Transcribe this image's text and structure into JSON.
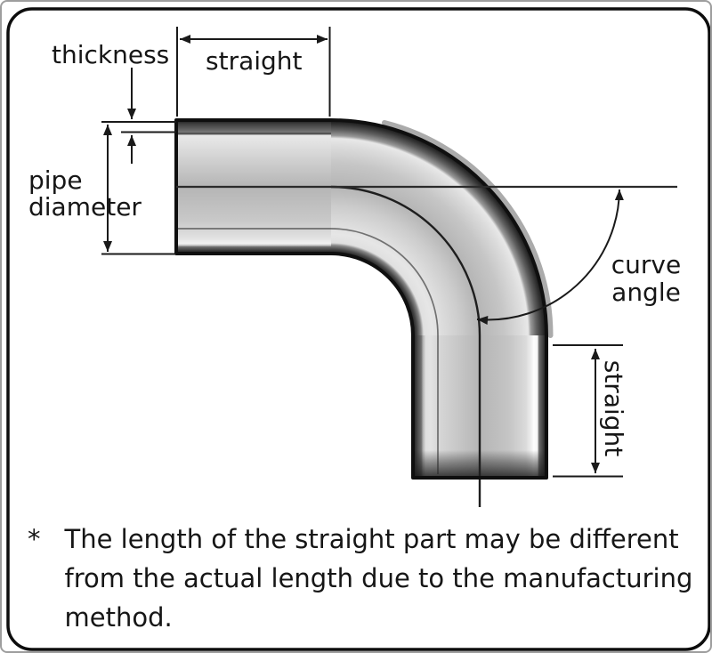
{
  "diagram": {
    "labels": {
      "thickness": "thickness",
      "straight_top": "straight",
      "pipe_diameter": "pipe\ndiameter",
      "curve_angle": "curve\nangle",
      "straight_bottom": "straight"
    },
    "footnote": {
      "marker": "*",
      "lines": [
        "The length of the straight part may be different",
        "from the actual length due to the manufacturing",
        "method."
      ]
    },
    "colors": {
      "background": "#ffffff",
      "border": "#0d0d0d",
      "dimension_lines": "#1a1a1a",
      "text": "#161616",
      "pipe_outline": "#0f0f0f",
      "pipe_highlight": "#f5f5f5",
      "pipe_mid_gray": "#b5b5b5",
      "pipe_shadow": "#4a4a4a",
      "outer_rim_gray": "#ababab"
    }
  }
}
